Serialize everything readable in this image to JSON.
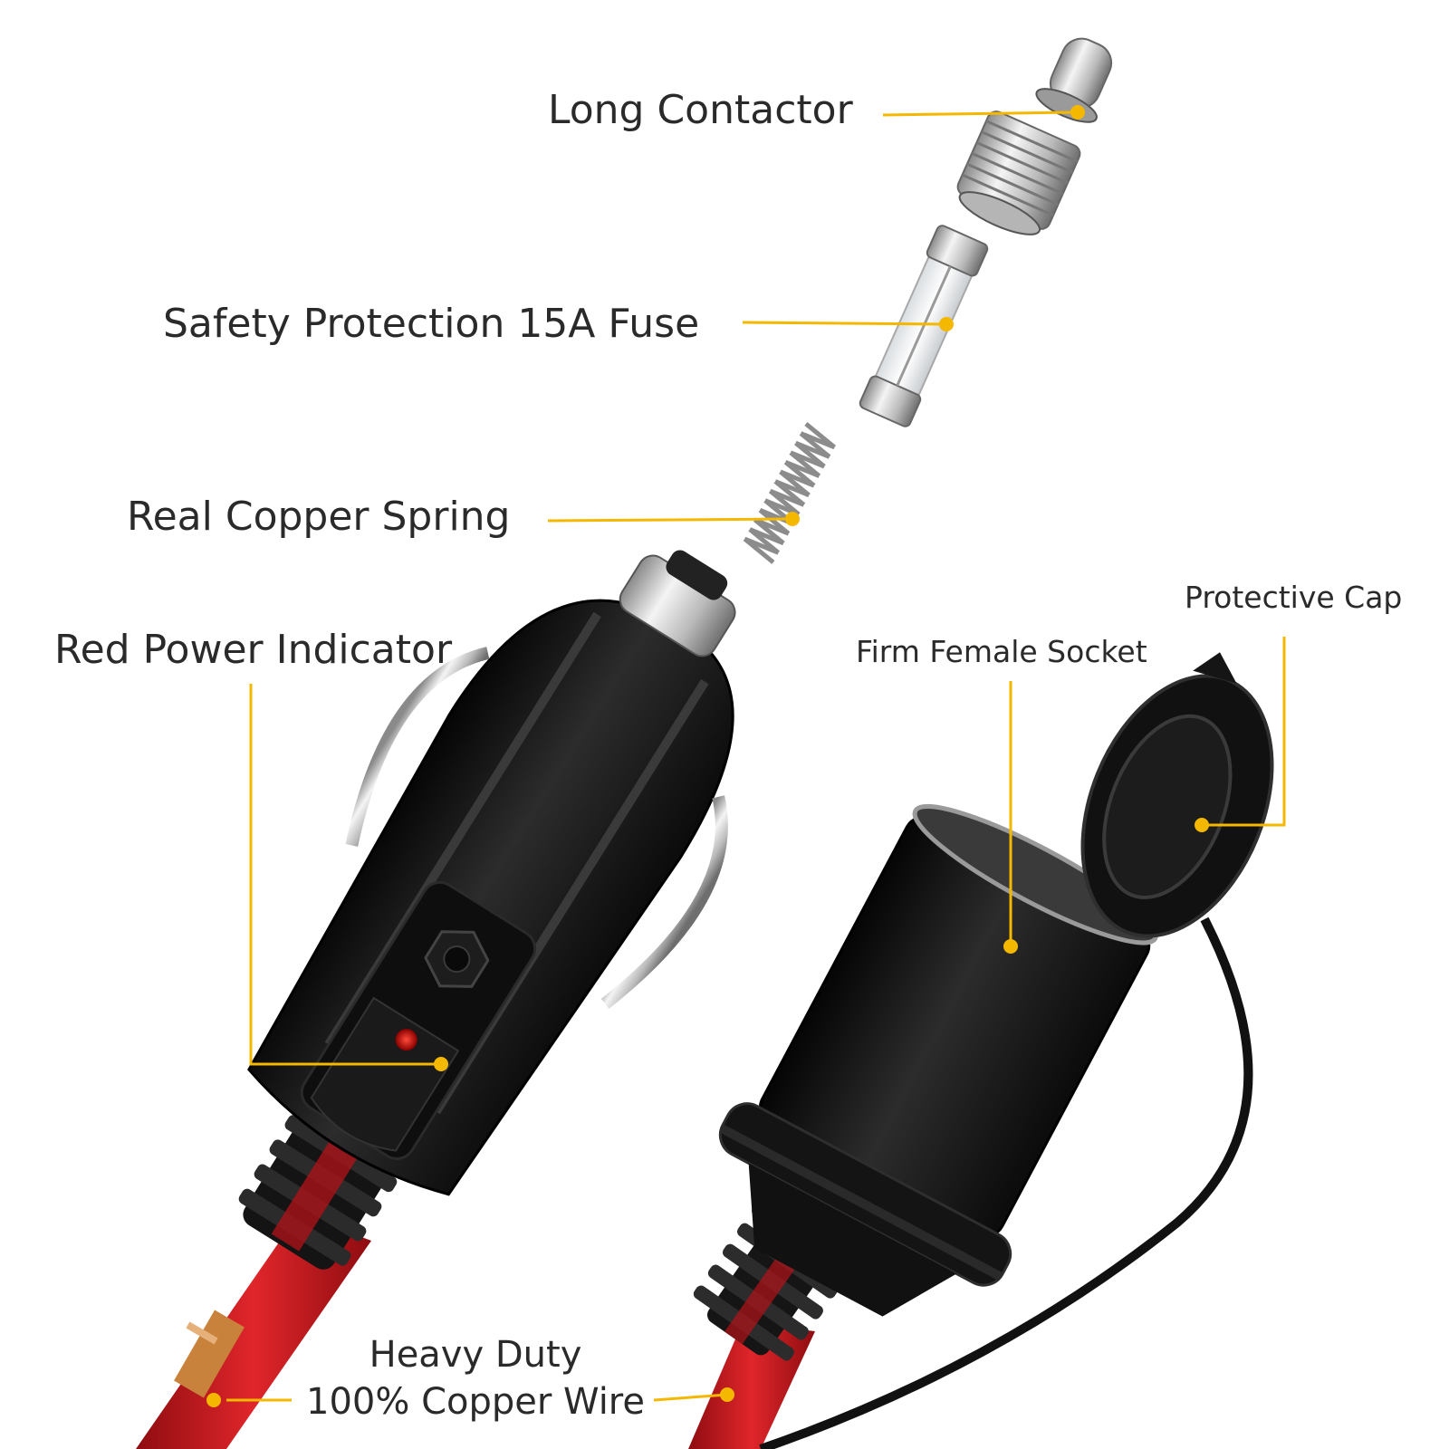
{
  "colors": {
    "callout": "#f5b800",
    "text": "#2a2a2a",
    "plastic": "#161616",
    "cable_red": "#c0141b",
    "indicator_red": "#e01010"
  },
  "callouts": {
    "long_contactor": "Long Contactor",
    "fuse": "Safety Protection 15A Fuse",
    "spring": "Real Copper Spring",
    "indicator": "Red Power Indicator",
    "socket": "Firm Female Socket",
    "cap": "Protective Cap",
    "wire_line1": "Heavy Duty",
    "wire_line2": "100% Copper Wire"
  }
}
